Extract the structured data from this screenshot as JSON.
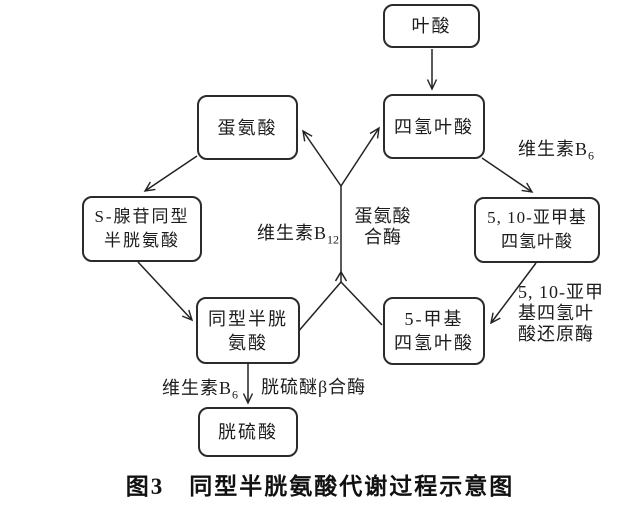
{
  "figure": {
    "caption": "图3　同型半胱氨酸代谢过程示意图"
  },
  "nodes": {
    "folate": {
      "lines": [
        "叶酸"
      ]
    },
    "thf": {
      "lines": [
        "四氢叶酸"
      ]
    },
    "methionine": {
      "lines": [
        "蛋氨酸"
      ]
    },
    "sah": {
      "lines": [
        "S-腺苷同型",
        "半胱氨酸"
      ]
    },
    "mthf510": {
      "lines": [
        "5, 10-亚甲基",
        "四氢叶酸"
      ]
    },
    "hcy": {
      "lines": [
        "同型半胱",
        "氨酸"
      ]
    },
    "mthf5": {
      "lines": [
        "5-甲基",
        "四氢叶酸"
      ]
    },
    "cystathionine": {
      "lines": [
        "胱硫酸"
      ]
    }
  },
  "labels": {
    "vitb6_top": {
      "text": "维生素B",
      "sub": "6"
    },
    "vitb12": {
      "text": "维生素B",
      "sub": "12"
    },
    "met_synthase": {
      "line1": "蛋氨酸",
      "line2": "合酶"
    },
    "mthfr": {
      "line1": "5, 10-亚甲",
      "line2": "基四氢叶",
      "line3": "酸还原酶"
    },
    "vitb6_bottom": {
      "text": "维生素B",
      "sub": "6"
    },
    "cbs": {
      "text": "胱硫醚β合酶"
    }
  },
  "colors": {
    "ink": "#222222",
    "background": "#ffffff"
  }
}
